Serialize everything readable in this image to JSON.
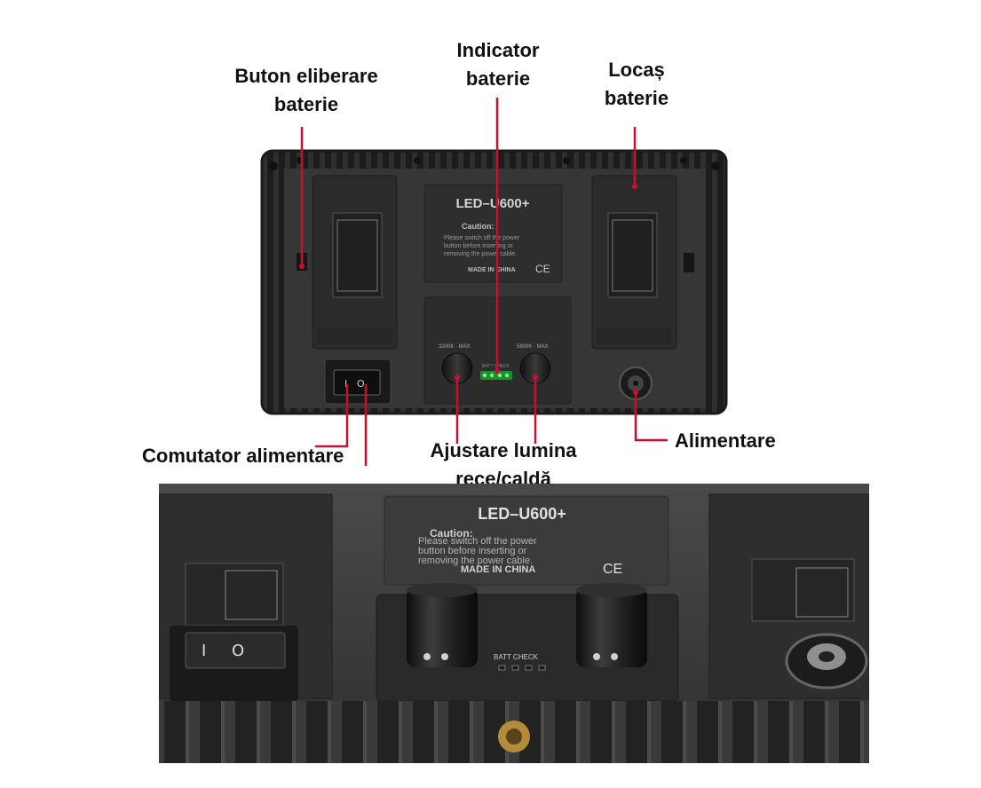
{
  "callouts": {
    "release_button": [
      "Buton eliberare",
      "baterie"
    ],
    "battery_indicator": [
      "Indicator",
      "baterie"
    ],
    "battery_slot": [
      "Locaș",
      "baterie"
    ],
    "power_switch": [
      "Comutator alimentare"
    ],
    "light_adjust": [
      "Ajustare lumina",
      "rece/caldă"
    ],
    "power_input": [
      "Alimentare"
    ]
  },
  "device": {
    "model": "LED–U600+",
    "caution_title": "Caution:",
    "caution_lines": [
      "Please switch off the power",
      "button before inserting or",
      "removing the power cable."
    ],
    "made_in": "MADE IN CHINA",
    "ce_mark": "CE",
    "knob_left_label": "3200K · MAX",
    "knob_right_label": "5600K · MAX",
    "batt_check": "BATT CHECK"
  },
  "colors": {
    "leader_line": "#c8102e",
    "led_green": "#2bdc4a",
    "panel": "#3a3a3a",
    "panel_dark": "#222222"
  }
}
